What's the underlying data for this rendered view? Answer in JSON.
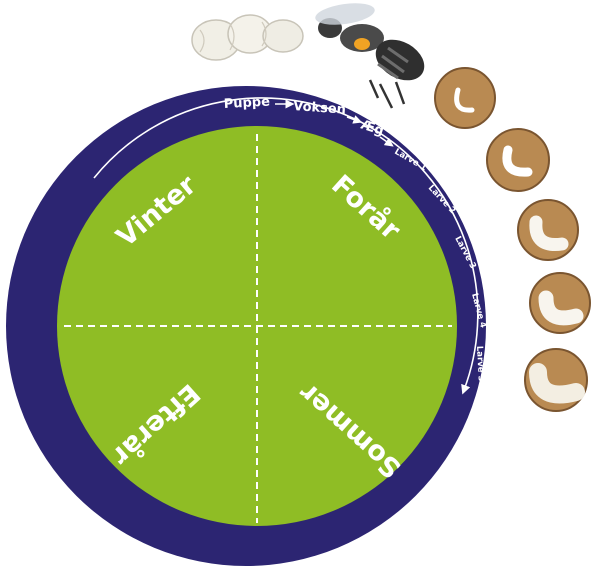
{
  "colors": {
    "ring": "#2c2572",
    "disc": "#8fbd25",
    "text": "#ffffff",
    "larva_bg": "#b98a52",
    "larva_border": "#7a5530"
  },
  "seasons": {
    "winter": "Vinter",
    "spring": "Forår",
    "summer": "Sommer",
    "autumn": "Efterår"
  },
  "life_cycle": {
    "stage_pupa": "Puppe",
    "stage_adult": "Voksen",
    "stage_egg": "Æg",
    "stage_larva1": "Larve 1",
    "stage_larva2": "Larve 2",
    "stage_larva3": "Larve 3",
    "stage_larva4": "Larve 4",
    "stage_larva5": "Larve 5"
  },
  "icons": {
    "pupa": "pupa-icon",
    "bee": "bee-icon",
    "larva": "larva-icon"
  }
}
